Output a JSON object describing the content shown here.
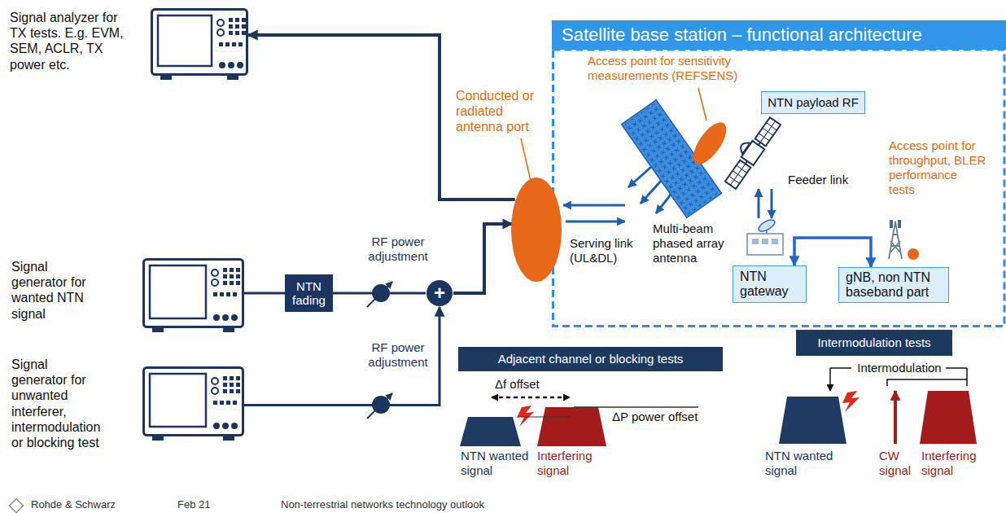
{
  "diagram": {
    "nodes": [
      {
        "text": [
          "Signal analyzer for TX tests. E.g. EVM, SEM, ACLR, TX power etc."
        ]
      },
      {
        "text": [
          "Satellite base station – functional architecture"
        ]
      },
      {
        "text": [
          "Conducted or radiated antenna port"
        ]
      },
      {
        "text": [
          "NTN payload RF"
        ],
        "in": 1
      },
      {
        "text": [
          "NTN gateway"
        ],
        "in": 1
      },
      {
        "text": [
          "gNB, non NTN baseband part"
        ],
        "in": 1
      },
      {
        "text": [
          "Signal generator for wanted NTN signal"
        ]
      },
      {
        "text": [
          "NTN fading"
        ]
      },
      {
        "text": [
          "+"
        ]
      },
      {
        "text": [
          "Signal generator for unwanted interferer, intermodulation or blocking test"
        ]
      },
      {
        "text": [
          "Adjacent channel or blocking tests"
        ]
      },
      {
        "text": [
          "Intermodulation tests"
        ]
      }
    ],
    "edges": [
      {
        "from": 2,
        "to": 0,
        "arrow": "to"
      },
      {
        "from": 6,
        "to": 7,
        "arrow": "none"
      },
      {
        "from": 7,
        "to": 8,
        "arrow": "none"
      },
      {
        "from": 9,
        "to": 8,
        "arrow": "to"
      },
      {
        "from": 8,
        "to": 2,
        "arrow": "to"
      },
      {
        "from": 4,
        "to": 5,
        "arrow": "both"
      }
    ],
    "labels": [
      "RF power adjustment",
      "RF power adjustment",
      "Access point for sensitivity measurements (REFSENS)",
      "Multi-beam phased array antenna",
      "Serving link (UL&DL)",
      "Feeder link",
      "Access point for throughput, BLER performance tests",
      "Δf offset",
      "ΔP power offset",
      "NTN wanted signal",
      "Interfering signal",
      "Intermodulation",
      "NTN wanted signal",
      "CW signal",
      "Interfering signal",
      "Rohde & Schwarz",
      "Feb 21",
      "Non-terrestrial networks technology outlook"
    ]
  }
}
